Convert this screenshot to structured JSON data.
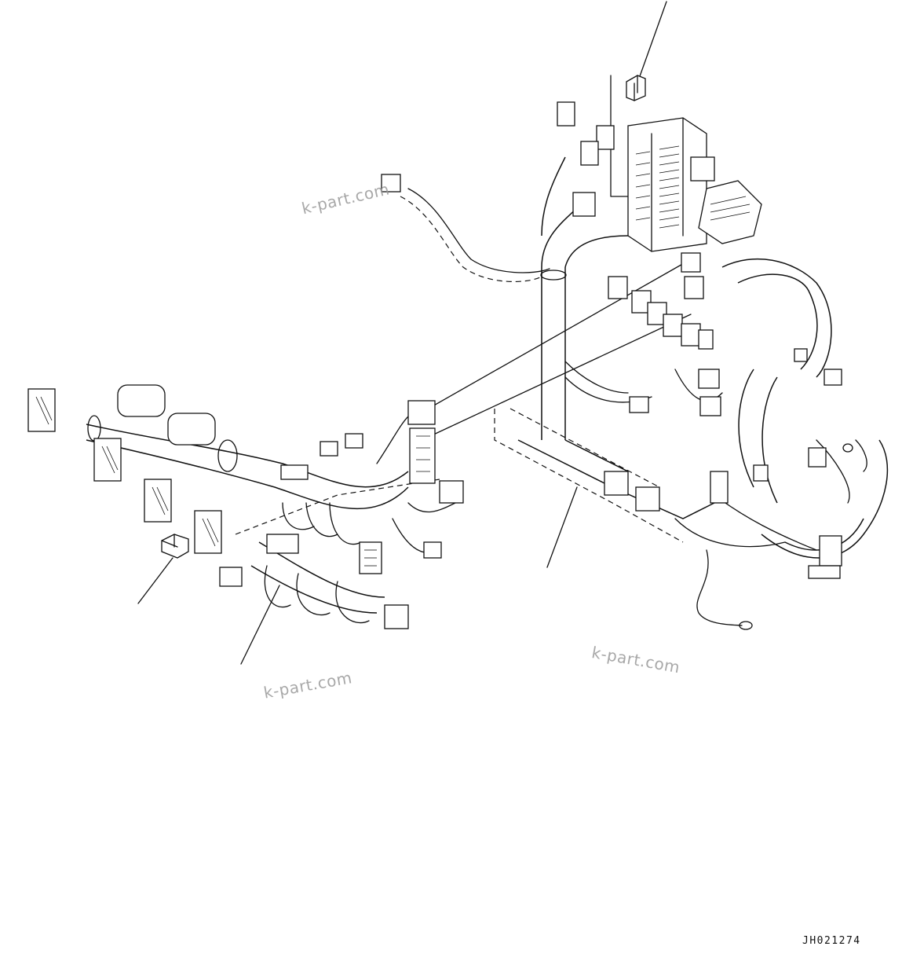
{
  "watermarks": [
    "k-part.com",
    "k-part.com",
    "k-part.com"
  ],
  "drawing_code": "JH021274"
}
